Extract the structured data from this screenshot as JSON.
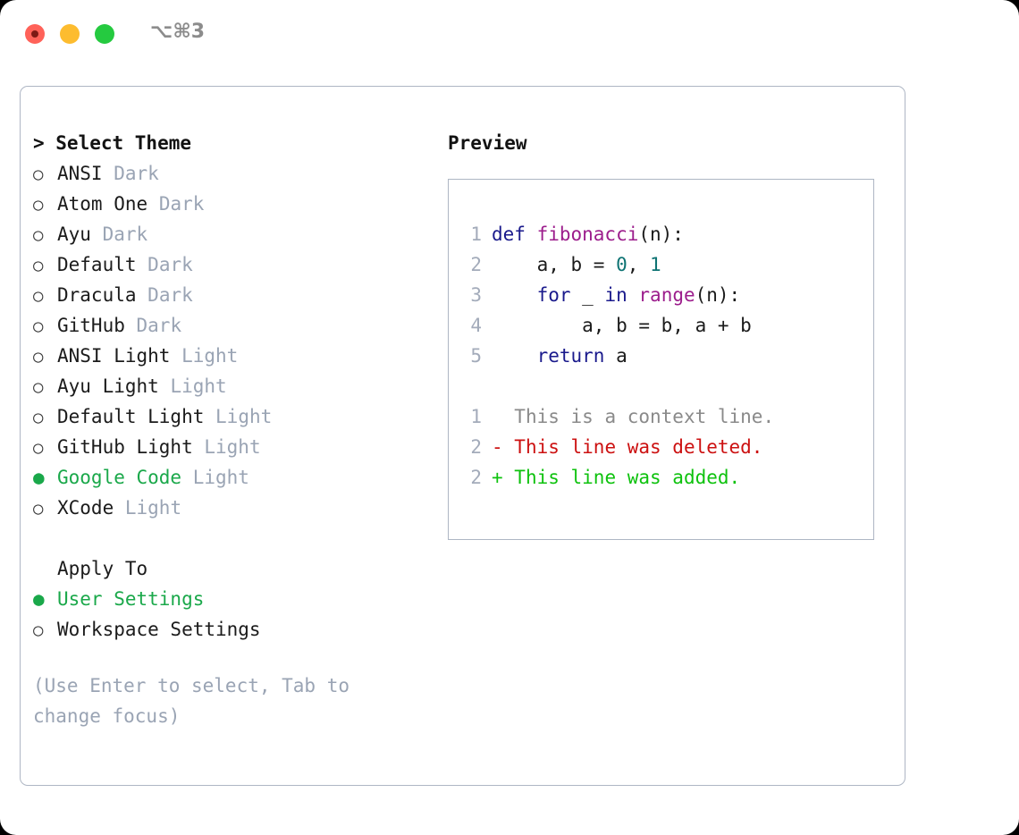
{
  "titlebar": {
    "shortcut": "⌥⌘3",
    "buttons": [
      {
        "name": "close",
        "color": "#ff6259"
      },
      {
        "name": "minimize",
        "color": "#fdbc2f"
      },
      {
        "name": "maximize",
        "color": "#25ca40"
      }
    ]
  },
  "theme_picker": {
    "header": "> Select Theme",
    "items": [
      {
        "name": "ANSI",
        "tag": "Dark",
        "selected": false,
        "bullet": "○"
      },
      {
        "name": "Atom One",
        "tag": "Dark",
        "selected": false,
        "bullet": "○"
      },
      {
        "name": "Ayu",
        "tag": "Dark",
        "selected": false,
        "bullet": "○"
      },
      {
        "name": "Default",
        "tag": "Dark",
        "selected": false,
        "bullet": "○"
      },
      {
        "name": "Dracula",
        "tag": "Dark",
        "selected": false,
        "bullet": "○"
      },
      {
        "name": "GitHub",
        "tag": "Dark",
        "selected": false,
        "bullet": "○"
      },
      {
        "name": "ANSI Light",
        "tag": "Light",
        "selected": false,
        "bullet": "○"
      },
      {
        "name": "Ayu Light",
        "tag": "Light",
        "selected": false,
        "bullet": "○"
      },
      {
        "name": "Default Light",
        "tag": "Light",
        "selected": false,
        "bullet": "○"
      },
      {
        "name": "GitHub Light",
        "tag": "Light",
        "selected": false,
        "bullet": "○"
      },
      {
        "name": "Google Code",
        "tag": "Light",
        "selected": true,
        "bullet": "●"
      },
      {
        "name": "XCode",
        "tag": "Light",
        "selected": false,
        "bullet": "○"
      }
    ]
  },
  "apply_to": {
    "header": "Apply To",
    "items": [
      {
        "name": "User Settings",
        "selected": true,
        "bullet": "●"
      },
      {
        "name": "Workspace Settings",
        "selected": false,
        "bullet": "○"
      }
    ]
  },
  "hint": "(Use Enter to select, Tab to change focus)",
  "preview": {
    "header": "Preview",
    "code_lines": [
      {
        "num": "1",
        "tokens": [
          {
            "t": "def ",
            "c": "kw"
          },
          {
            "t": "fibonacci",
            "c": "fn"
          },
          {
            "t": "(n):",
            "c": "punc"
          }
        ]
      },
      {
        "num": "2",
        "tokens": [
          {
            "t": "    a, b = ",
            "c": "plain"
          },
          {
            "t": "0",
            "c": "num"
          },
          {
            "t": ", ",
            "c": "plain"
          },
          {
            "t": "1",
            "c": "num"
          }
        ]
      },
      {
        "num": "3",
        "tokens": [
          {
            "t": "    ",
            "c": "plain"
          },
          {
            "t": "for",
            "c": "kw"
          },
          {
            "t": " _ ",
            "c": "plain"
          },
          {
            "t": "in",
            "c": "kw"
          },
          {
            "t": " ",
            "c": "plain"
          },
          {
            "t": "range",
            "c": "fn"
          },
          {
            "t": "(n):",
            "c": "punc"
          }
        ]
      },
      {
        "num": "4",
        "tokens": [
          {
            "t": "        a, b = b, a + b",
            "c": "plain"
          }
        ]
      },
      {
        "num": "5",
        "tokens": [
          {
            "t": "    ",
            "c": "plain"
          },
          {
            "t": "return",
            "c": "kw"
          },
          {
            "t": " a",
            "c": "plain"
          }
        ]
      }
    ],
    "diff_lines": [
      {
        "num": "1",
        "marker": " ",
        "text": " This is a context line.",
        "kind": "d-ctx"
      },
      {
        "num": "2",
        "marker": "-",
        "text": " This line was deleted.",
        "kind": "d-del"
      },
      {
        "num": "2",
        "marker": "+",
        "text": " This line was added.",
        "kind": "d-add"
      }
    ]
  },
  "colors": {
    "accent_green": "#1aa84a",
    "muted": "#9aa4b4",
    "border": "#aeb6c4",
    "keyword": "#1a1a8c",
    "function": "#9c1d8c",
    "number": "#0d7373",
    "diff_add": "#0ec20e",
    "diff_del": "#cc1111"
  }
}
